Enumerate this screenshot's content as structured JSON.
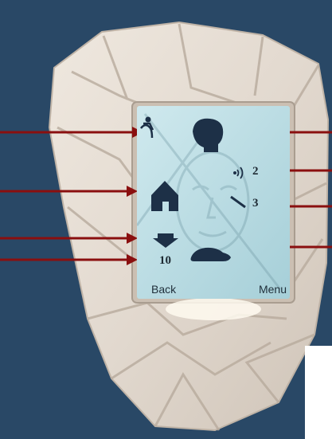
{
  "device": {
    "screen": {
      "softkeys": {
        "left": "Back",
        "right": "Menu"
      },
      "indicators": {
        "volume_level": "2",
        "signal_level": "3",
        "counter": "10"
      },
      "icons": [
        "running-person-icon",
        "person-head-icon",
        "house-icon",
        "speaker-volume-icon",
        "pen-signal-icon",
        "down-arrow-icon",
        "car-icon"
      ]
    },
    "annotations": {
      "arrow_color": "#8a0f0f"
    }
  },
  "colors": {
    "background": "#294866",
    "screen": "#b9dbe2",
    "icon": "#1d3047",
    "device_shell": "#e9e2da"
  }
}
